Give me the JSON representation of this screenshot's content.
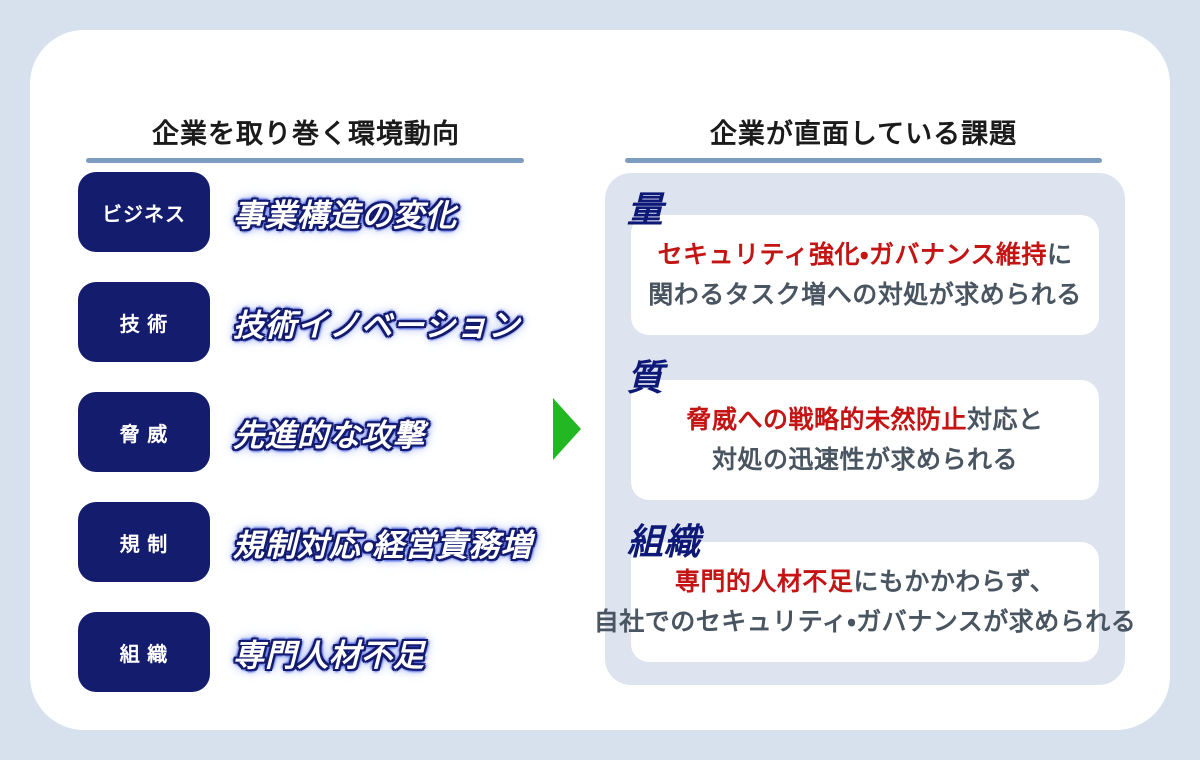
{
  "colors": {
    "page_bg": "#d7e1ee",
    "card_bg": "#ffffff",
    "navy_box": "#141c6e",
    "navy_label": "#0e1876",
    "underline": "#7e9cc0",
    "panel_bg": "#dde4f0",
    "highlight_red": "#c41414",
    "body_gray": "#4a5562",
    "arrow_green": "#23b823"
  },
  "left": {
    "title": "企業を取り巻く環境動向",
    "rows": [
      {
        "tag": "ビジネス",
        "label": "事業構造の変化"
      },
      {
        "tag": "技 術",
        "label": "技術イノベーション"
      },
      {
        "tag": "脅 威",
        "label": "先進的な攻撃"
      },
      {
        "tag": "規 制",
        "label": "規制対応・経営責務増"
      },
      {
        "tag": "組 織",
        "label": "専門人材不足"
      }
    ]
  },
  "right": {
    "title": "企業が直面している課題",
    "groups": [
      {
        "label": "量",
        "line1_red": "セキュリティ強化・ガバナンス維持",
        "line1_rest": "に",
        "line2": "関わるタスク増への対処が求められる"
      },
      {
        "label": "質",
        "line1_red": "脅威への戦略的未然防止",
        "line1_rest": "対応と",
        "line2": "対処の迅速性が求められる"
      },
      {
        "label": "組織",
        "line1_red": "専門的人材不足",
        "line1_rest": "にもかかわらず、",
        "line2": "自社でのセキュリティ・ガバナンスが求められる"
      }
    ]
  },
  "arrow": {
    "icon": "green-right-triangle"
  }
}
